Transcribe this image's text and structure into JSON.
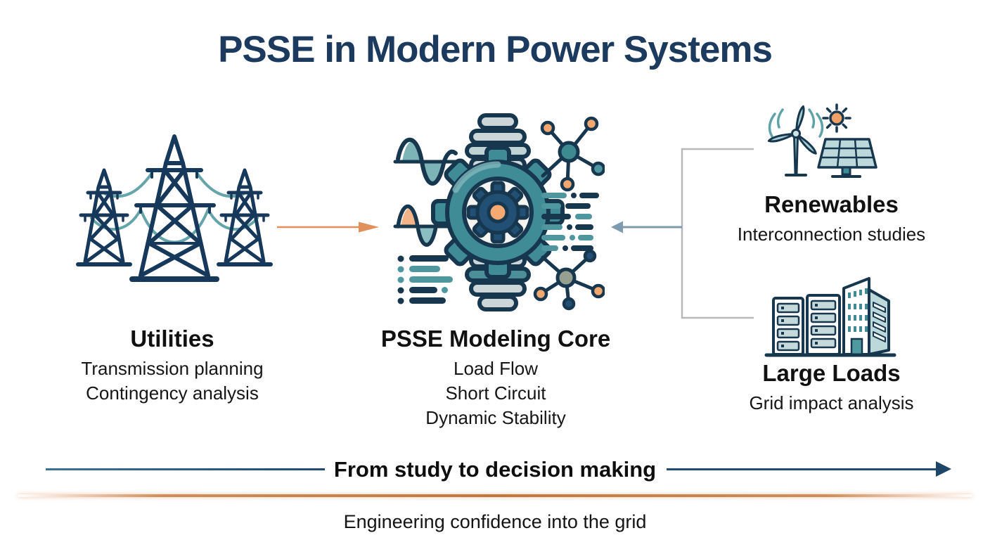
{
  "page": {
    "title": "PSSE in Modern Power Systems",
    "background": "#ffffff"
  },
  "colors": {
    "title_navy": "#1b3a5e",
    "icon_navy": "#173752",
    "teal": "#3f8b96",
    "light_teal": "#a9cfd2",
    "orange_accent": "#e8995f",
    "connector_gray": "#b8b8b8",
    "steel_arrow": "#7d9cb0",
    "flow_arrow_navy": "#1f4b6e",
    "divider_orange": "#c4763a",
    "text_black": "#131313"
  },
  "sections": {
    "utilities": {
      "icon": "transmission-towers-icon",
      "heading": "Utilities",
      "lines": [
        "Transmission planning",
        "Contingency analysis"
      ]
    },
    "core": {
      "icon": "psse-gear-modeling-icon",
      "heading": "PSSE Modeling Core",
      "lines": [
        "Load Flow",
        "Short Circuit",
        "Dynamic Stability"
      ]
    },
    "renewables": {
      "icon": "wind-turbine-sun-solar-icon",
      "heading": "Renewables",
      "lines": [
        "Interconnection studies"
      ]
    },
    "large_loads": {
      "icon": "data-center-buildings-icon",
      "heading": "Large Loads",
      "lines": [
        "Grid impact analysis"
      ]
    }
  },
  "connectors": {
    "utilities_to_core": "orange-right-arrow",
    "right_bracket_to_core": "gray-bracket-left-arrow"
  },
  "flow": {
    "label": "From study to decision making"
  },
  "tagline": "Engineering confidence into the grid"
}
